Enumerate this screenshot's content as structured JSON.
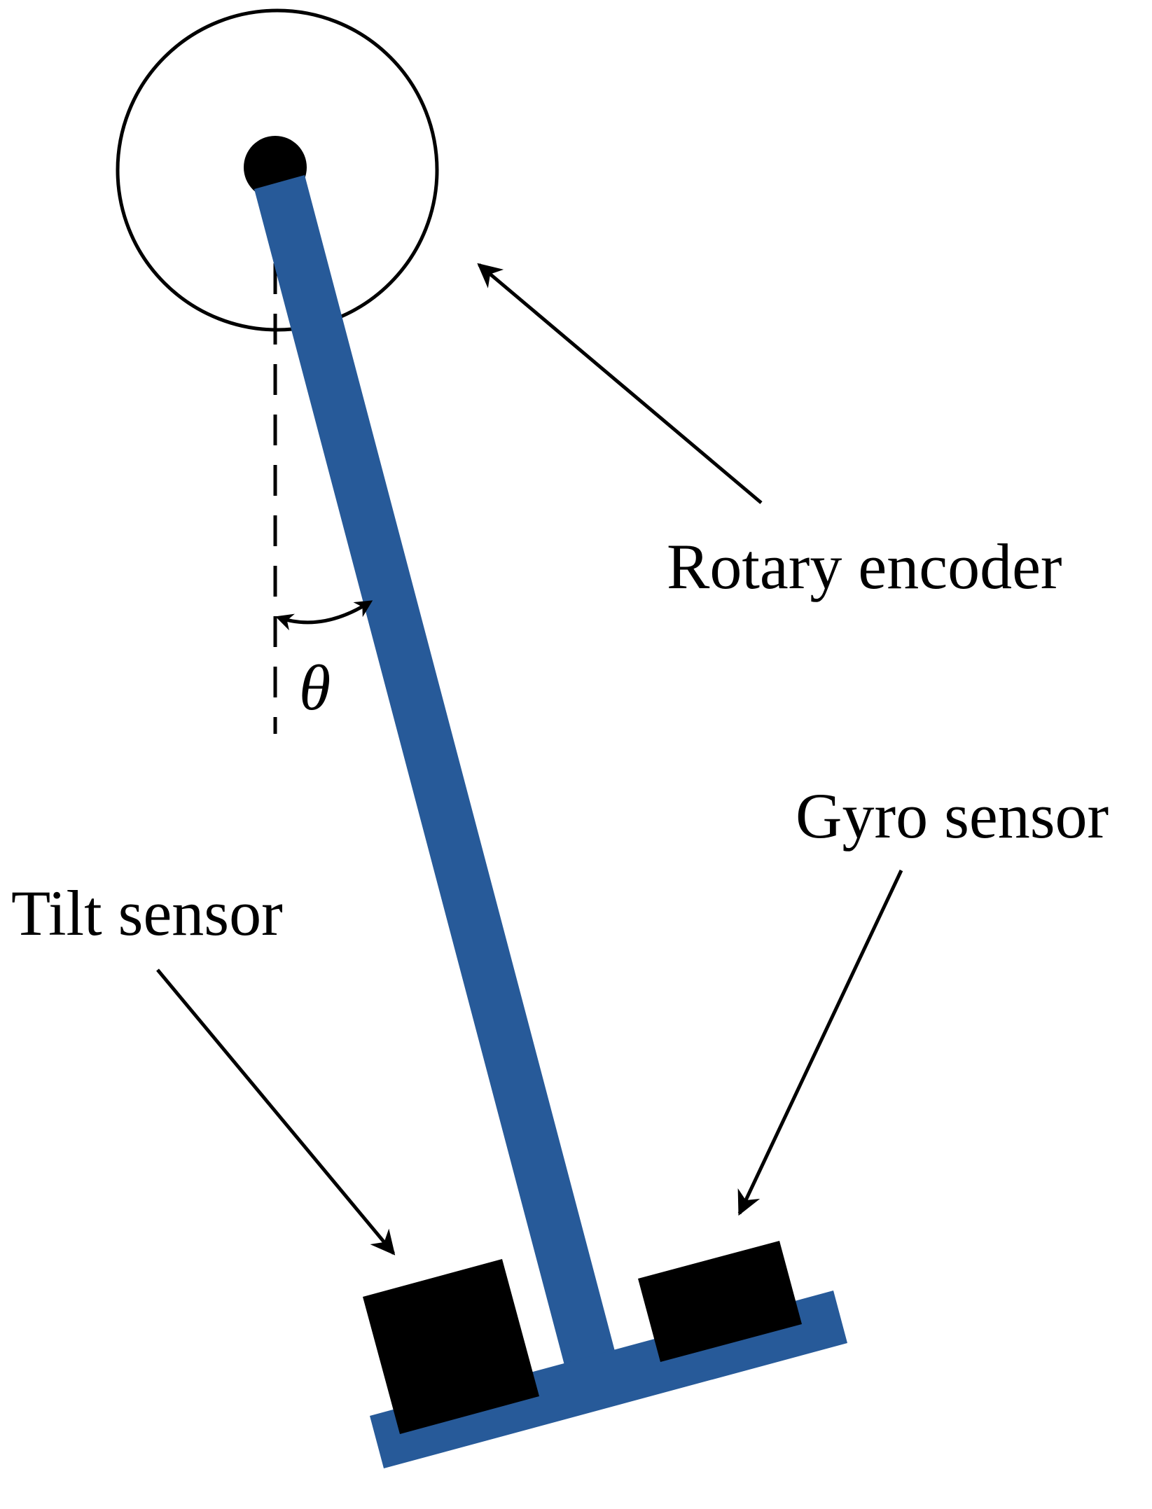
{
  "colors": {
    "pendulum": "#275A99",
    "ink": "#000000",
    "background": "#FFFFFF"
  },
  "labels": {
    "rotary_encoder": "Rotary encoder",
    "gyro_sensor": "Gyro sensor",
    "tilt_sensor": "Tilt sensor",
    "angle_symbol": "θ"
  }
}
